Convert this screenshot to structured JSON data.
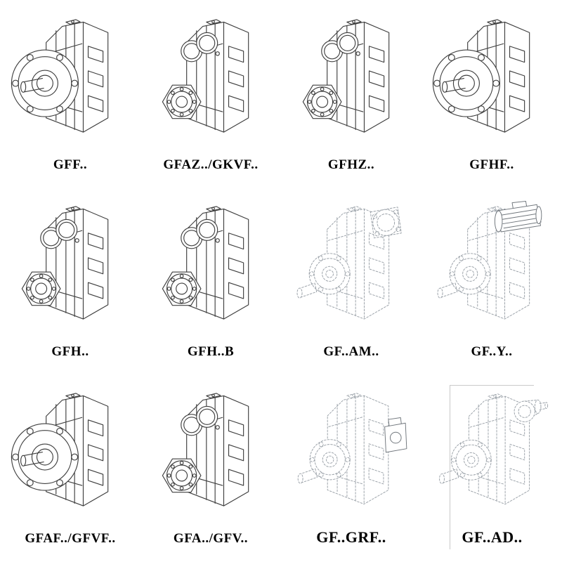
{
  "page": {
    "background": "#ffffff",
    "line_color": "#3f3f3f",
    "ghost_line_color": "#9aa1a8",
    "label_color": "#000000"
  },
  "grid": {
    "items": [
      {
        "label": "GFF..",
        "drawing": "gearbox-output-flange-drawing"
      },
      {
        "label": "GFAZ../GKVF..",
        "drawing": "gearbox-shaft-mounted-drawing"
      },
      {
        "label": "GFHZ..",
        "drawing": "gearbox-hollow-shaft-drawing"
      },
      {
        "label": "GFHF..",
        "drawing": "gearbox-hollow-flange-drawing"
      },
      {
        "label": "GFH..",
        "drawing": "gearbox-hollow-drawing"
      },
      {
        "label": "GFH..B",
        "drawing": "gearbox-hollow-base-drawing"
      },
      {
        "label": "GF..AM..",
        "drawing": "gearbox-iec-adapter-drawing"
      },
      {
        "label": "GF..Y..",
        "drawing": "gearbox-with-motor-drawing"
      },
      {
        "label": "GFAF../GFVF..",
        "drawing": "gearbox-flange-variant-drawing"
      },
      {
        "label": "GFA../GFV..",
        "drawing": "gearbox-shaft-variant-drawing"
      },
      {
        "label": "GF..GRF..",
        "drawing": "gearbox-grf-input-drawing"
      },
      {
        "label": "GF..AD..",
        "drawing": "gearbox-ad-input-drawing"
      }
    ]
  }
}
